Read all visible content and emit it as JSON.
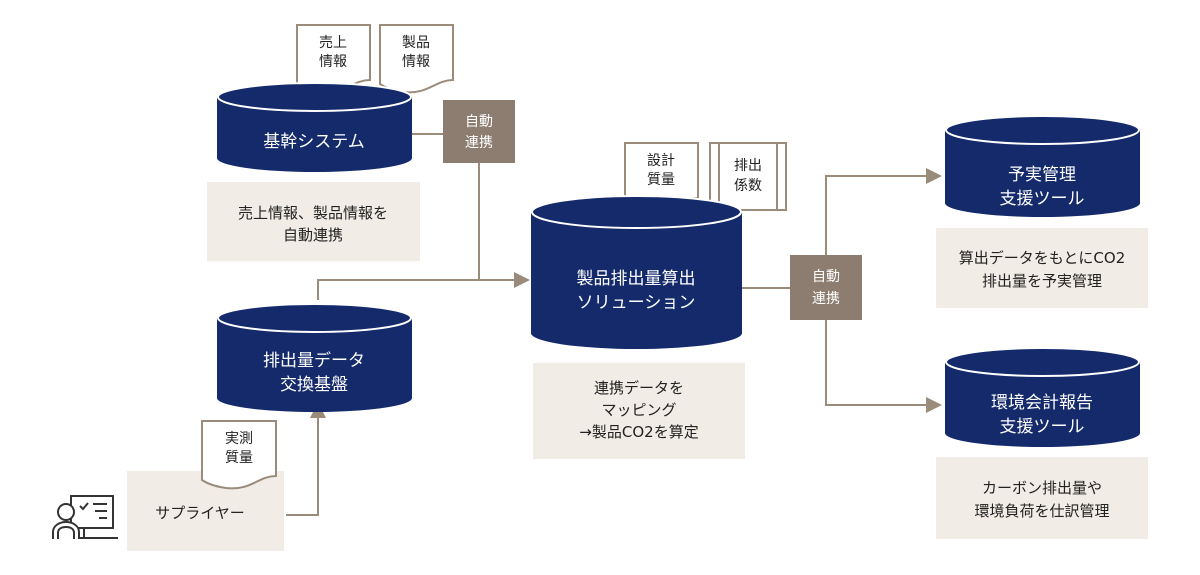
{
  "colors": {
    "cylinder": "#142a6b",
    "note_bg": "#f1ece6",
    "badge_bg": "#8c7d70",
    "connector": "#9a8b7b"
  },
  "core_system": {
    "label": "基幹システム",
    "docs": [
      {
        "line1": "売上",
        "line2": "情報"
      },
      {
        "line1": "製品",
        "line2": "情報"
      }
    ],
    "note": {
      "line1": "売上情報、製品情報を",
      "line2": "自動連携"
    }
  },
  "badge_top": {
    "line1": "自動",
    "line2": "連携"
  },
  "exchange_platform": {
    "line1": "排出量データ",
    "line2": "交換基盤"
  },
  "supplier": {
    "label": "サプライヤー",
    "doc": {
      "line1": "実測",
      "line2": "質量"
    },
    "icon": "person-at-monitor-icon"
  },
  "solution": {
    "line1": "製品排出量算出",
    "line2": "ソリューション",
    "docs": [
      {
        "line1": "設計",
        "line2": "質量"
      },
      {
        "line1": "排出",
        "line2": "係数"
      }
    ],
    "note": {
      "line1": "連携データを",
      "line2": "マッピング",
      "line3": "→製品CO2を算定"
    }
  },
  "badge_right": {
    "line1": "自動",
    "line2": "連携"
  },
  "budget_tool": {
    "line1": "予実管理",
    "line2": "支援ツール",
    "note": {
      "line1": "算出データをもとにCO2",
      "line2": "排出量を予実管理"
    }
  },
  "env_tool": {
    "line1": "環境会計報告",
    "line2": "支援ツール",
    "note": {
      "line1": "カーボン排出量や",
      "line2": "環境負荷を仕訳管理"
    }
  }
}
